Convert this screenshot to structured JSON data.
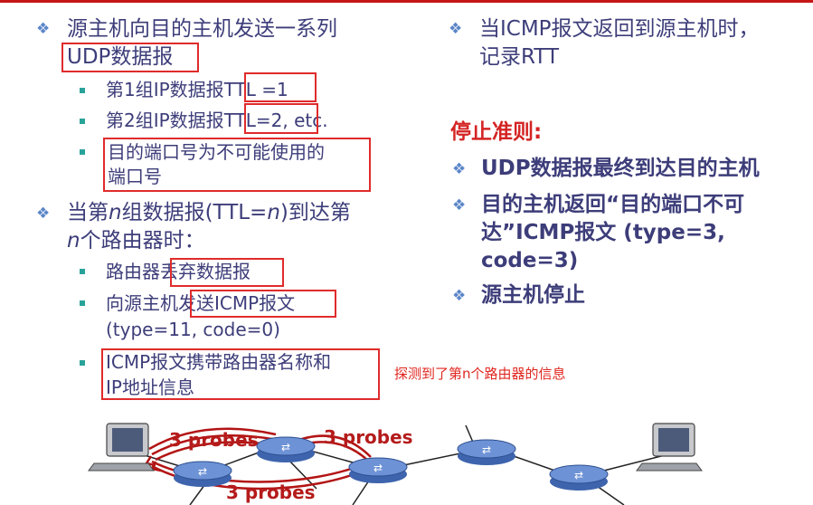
{
  "left": {
    "b1_line1": "源主机向目的主机发送一系列",
    "b1_line2": "UDP数据报",
    "sub1": {
      "prefix": "第1组IP数据报",
      "boxed": "TTL =1"
    },
    "sub2": {
      "prefix": "第2组IP数据报",
      "boxed": "TTL=2",
      "suffix": ", etc."
    },
    "sub3_line1": "目的端口号为不可能使用的",
    "sub3_line2": "端口号",
    "b2_line1_a": "当第",
    "b2_line1_n": "n",
    "b2_line1_b": "组数据报(TTL=",
    "b2_line1_n2": "n",
    "b2_line1_c": ")到达第",
    "b2_line2_n": "n",
    "b2_line2_rest": "个路由器时：",
    "sub4": {
      "prefix": "路由器",
      "boxed": "丢弃数据报"
    },
    "sub5": {
      "prefix": "向源主机",
      "boxed": "发送ICMP报文",
      "line2": "(type=11, code=0)"
    },
    "sub6_line1": "ICMP报文携带路由器名称和",
    "sub6_line2": "IP地址信息"
  },
  "annotation": "探测到了第n个路由器的信息",
  "right": {
    "b1_line1": "当ICMP报文返回到源主机时，",
    "b1_line2": "记录RTT",
    "stop_title": "停止准则:",
    "s1": "UDP数据报最终到达目的主机",
    "s2_line1": "目的主机返回“目的端口不可",
    "s2_line2": "达”ICMP报文 (type=3,",
    "s2_line3": "code=3)",
    "s3": "源主机停止"
  },
  "diagram": {
    "probe_labels": [
      "3 probes",
      "3 probes",
      "3 probes"
    ],
    "icons": [
      "source-host-icon",
      "router-icon",
      "destination-host-icon"
    ]
  },
  "colors": {
    "accent_red": "#e02b2b",
    "text": "#3d3d7a",
    "diamond": "#5b86c8",
    "square": "#29a39a",
    "router": "#4f78c4"
  }
}
